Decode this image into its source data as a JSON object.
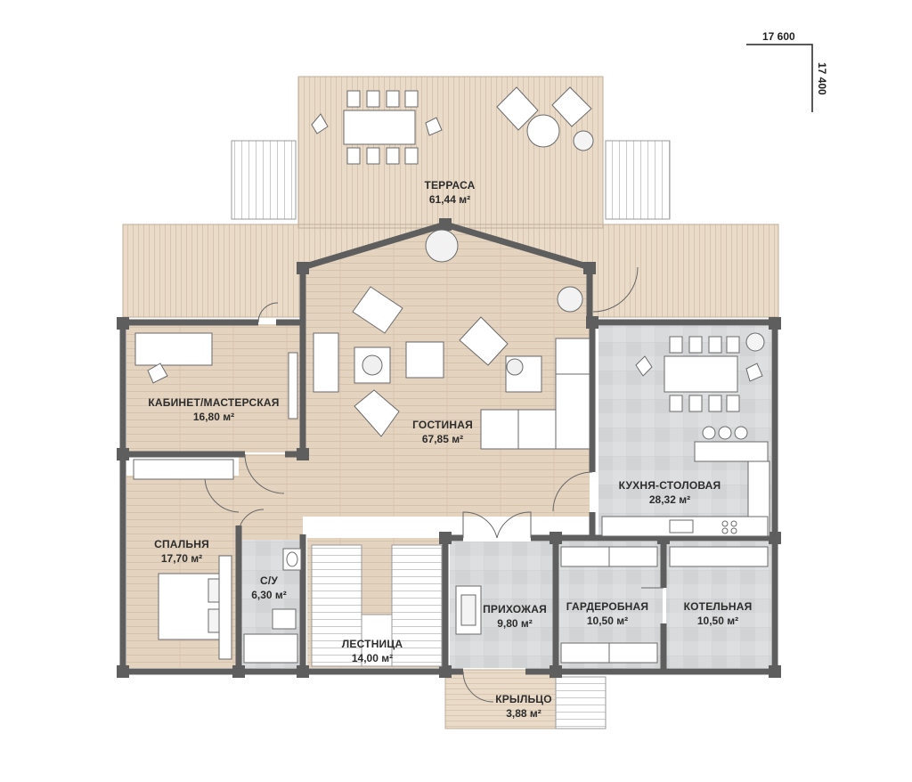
{
  "dimensions": {
    "width": "17 600",
    "depth": "17 400"
  },
  "rooms": [
    {
      "id": "terrace",
      "name": "ТЕРРАСА",
      "area": "61,44 м²"
    },
    {
      "id": "living",
      "name": "ГОСТИНАЯ",
      "area": "67,85 м²"
    },
    {
      "id": "study",
      "name": "КАБИНЕТ/МАСТЕРСКАЯ",
      "area": "16,80 м²"
    },
    {
      "id": "kitchen",
      "name": "КУХНЯ-СТОЛОВАЯ",
      "area": "28,32 м²"
    },
    {
      "id": "bedroom",
      "name": "СПАЛЬНЯ",
      "area": "17,70 м²"
    },
    {
      "id": "wc",
      "name": "С/У",
      "area": "6,30 м²"
    },
    {
      "id": "stairs",
      "name": "ЛЕСТНИЦА",
      "area": "14,00 м²"
    },
    {
      "id": "hall",
      "name": "ПРИХОЖАЯ",
      "area": "9,80 м²"
    },
    {
      "id": "wardrobe",
      "name": "ГАРДЕРОБНАЯ",
      "area": "10,50 м²"
    },
    {
      "id": "boiler",
      "name": "КОТЕЛЬНАЯ",
      "area": "10,50 м²"
    },
    {
      "id": "porch",
      "name": "КРЫЛЬЦО",
      "area": "3,88 м²"
    }
  ],
  "colors": {
    "wood_floor": "#e3d3bf",
    "deck": "#e9d9c6",
    "tile": "#d8d9da",
    "wall": "#5e5e5e",
    "furniture": "#ffffff"
  }
}
